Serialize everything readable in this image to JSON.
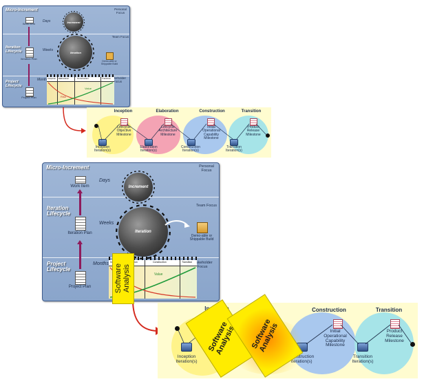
{
  "small_panel": {
    "title": "Micro-Increment",
    "right_top": "Personal Focus",
    "right_mid": "Team Focus",
    "right_bottom": "Stakeholder Focus",
    "left_mid": "Iteration Lifecycle",
    "left_bottom": "Project Lifecycle",
    "days": "Days",
    "weeks": "Weeks",
    "months": "Months",
    "work_item": "Work Item",
    "iteration_plan": "Iteration Plan",
    "project_plan": "Project Plan",
    "gear_small": "Increment",
    "gear_big": "Iteration",
    "build": "Demo-able or Shippable Build",
    "chart_cols": [
      "Inception",
      "Elaboration",
      "Construction",
      "Transition"
    ],
    "chart_risk": "Risk",
    "chart_value": "Value"
  },
  "big_panel": {
    "title": "Micro-Increment",
    "right_top": "Personal Focus",
    "right_mid": "Team Focus",
    "right_bottom": "Stakeholder Focus",
    "left_mid": "Iteration Lifecycle",
    "left_bottom": "Project Lifecycle",
    "days": "Days",
    "weeks": "Weeks",
    "months": "Months",
    "work_item": "Work Item",
    "iteration_plan": "Iteration Plan",
    "project_plan": "Project Plan",
    "gear_small": "Increment",
    "gear_big": "Iteration",
    "build": "Demo-able or Shippable Build",
    "chart_cols": [
      "Inception",
      "Elaboration",
      "Construction",
      "Transition"
    ],
    "chart_value": "Value"
  },
  "small_phases": {
    "titles": [
      "Inception",
      "Elaboration",
      "Construction",
      "Transition"
    ],
    "milestones": [
      "Lifecycle Objective Milestone",
      "Lifecycle Architecture Milestone",
      "Initial Operational Capability Milestone",
      "Product Release Milestone"
    ],
    "iterations": [
      "Inception Iteration(s)",
      "Elaboration Iteration(s)",
      "Construction Iteration(s)",
      "Transition Iteration(s)"
    ]
  },
  "big_phases": {
    "titles": [
      "Inception",
      "Construction",
      "Transition"
    ],
    "milestones": [
      "Initial Operational Capability Milestone",
      "Product Release Milestone"
    ],
    "iterations": [
      "Inception Iteration(s)",
      "Construction Iteration(s)",
      "Transition Iteration(s)"
    ]
  },
  "stickies": {
    "vertical": "Software Analysis",
    "rotated_1": "Software Analysis",
    "rotated_2": "Software Analysis"
  },
  "colors": {
    "panel": "#8aa5cb",
    "sticky": "#ffec00",
    "phase_bg": "#fffcd0",
    "inception": "#fff38a",
    "elaboration": "#f4a3b4",
    "construction": "#a9c8ee",
    "transition": "#a6e4e8",
    "connector": "#d42a1e",
    "plan_arrow": "#8e1b5c"
  }
}
